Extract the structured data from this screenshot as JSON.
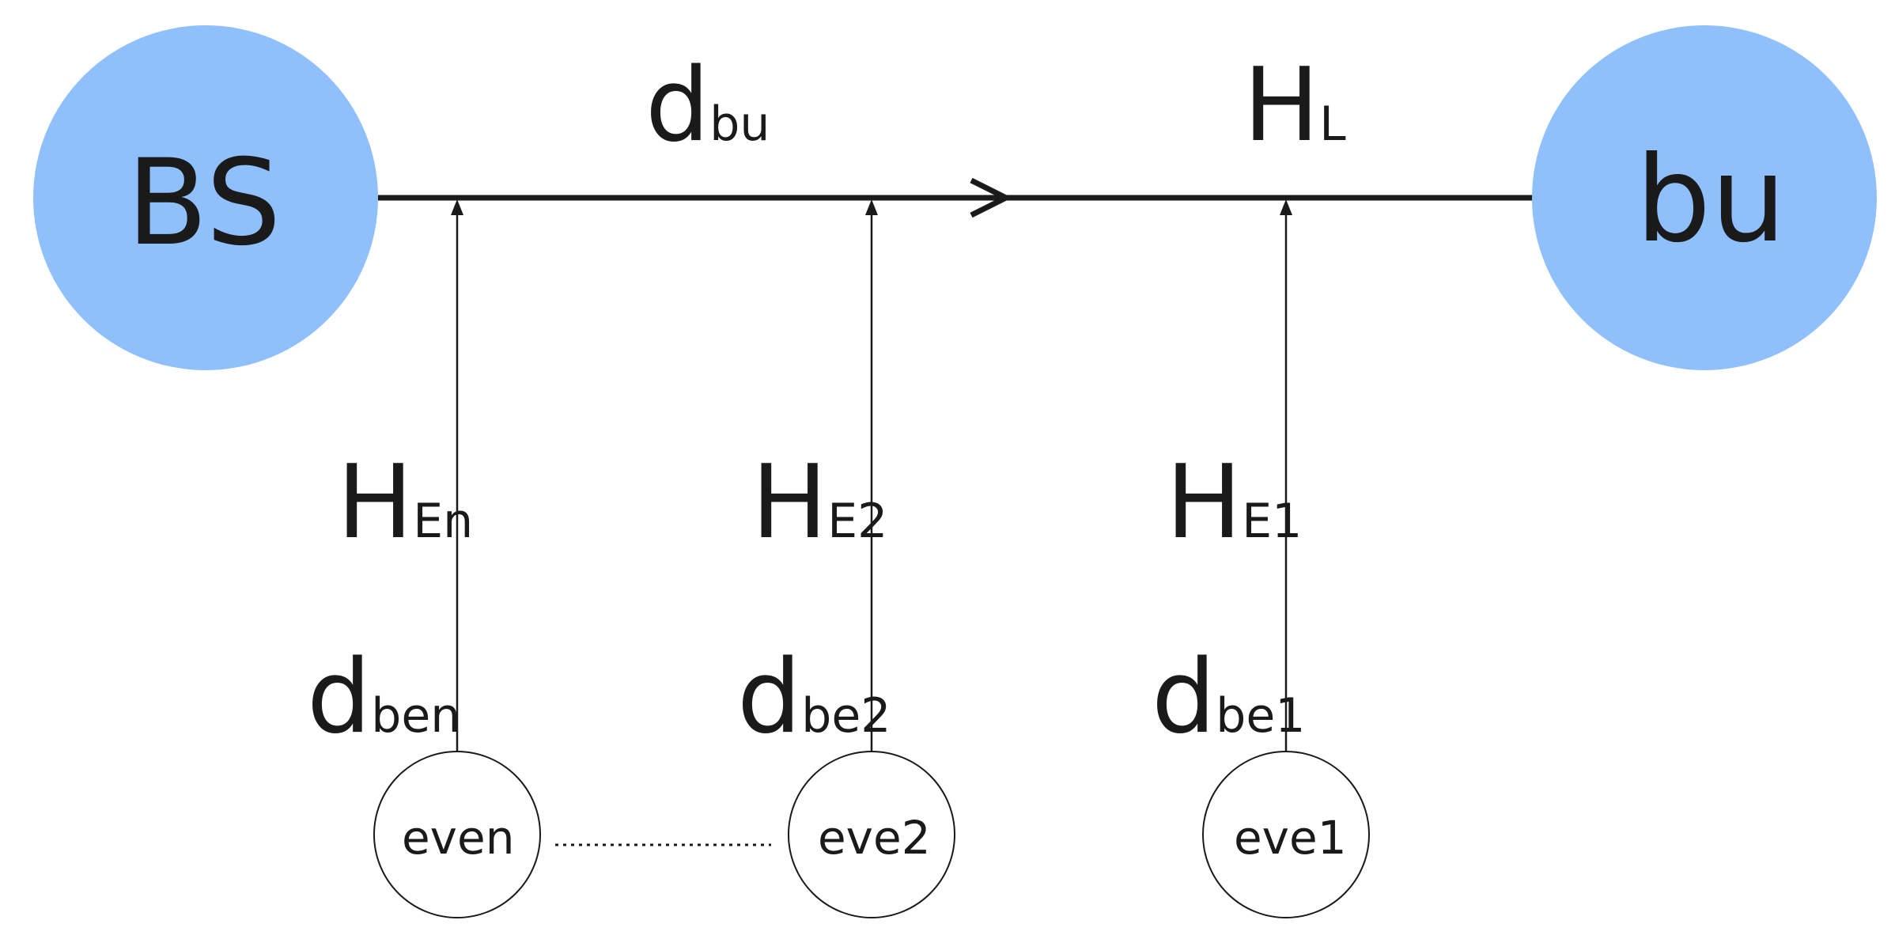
{
  "colors": {
    "node_fill": "#8fc0fb",
    "line": "#1a1a1a",
    "eve_fill": "#ffffff"
  },
  "nodes": {
    "bs": {
      "label": "BS"
    },
    "bu": {
      "label": "bu"
    }
  },
  "main_link": {
    "distance": {
      "main": "d",
      "sub": "bu"
    },
    "channel": {
      "main": "H",
      "sub": "L"
    }
  },
  "eavesdroppers": [
    {
      "label": "even",
      "channel": {
        "main": "H",
        "sub": "En"
      },
      "distance": {
        "main": "d",
        "sub": "ben"
      }
    },
    {
      "label": "eve2",
      "channel": {
        "main": "H",
        "sub": "E2"
      },
      "distance": {
        "main": "d",
        "sub": "be2"
      }
    },
    {
      "label": "eve1",
      "channel": {
        "main": "H",
        "sub": "E1"
      },
      "distance": {
        "main": "d",
        "sub": "be1"
      }
    }
  ]
}
